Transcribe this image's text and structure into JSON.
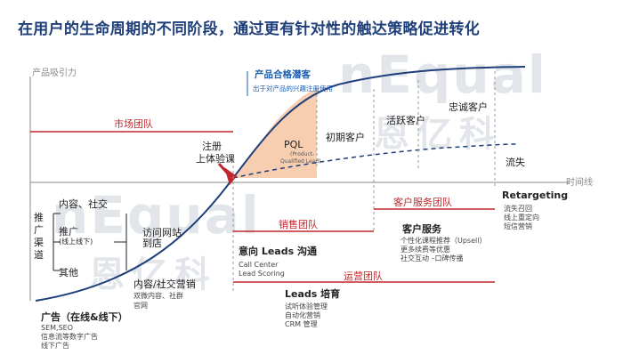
{
  "title": "在用户的生命周期的不同阶段，通过更有针对性的触达策略促进转化",
  "axis": {
    "y_label": "产品吸引力",
    "x_label": "时间线"
  },
  "watermark": {
    "latin": "nEqual",
    "cn": "恩亿科"
  },
  "teams": {
    "market": "市场团队",
    "customer_service": "客户服务团队",
    "sales": "销售团队",
    "operations": "运营团队"
  },
  "pql": {
    "tag_title": "产品合格潜客",
    "tag_sub": "出于对产品的兴趣注册使用",
    "label": "PQL",
    "sub": [
      "(Product-",
      "Qualified Lead)"
    ]
  },
  "stages": {
    "register": [
      "注册",
      "上体验课"
    ],
    "initial": "初期客户",
    "active": "活跃客户",
    "loyal": "忠诚客户",
    "churn": "流失"
  },
  "left": {
    "content_social": "内容、社交",
    "promo_channel": [
      "推",
      "广",
      "渠",
      "道"
    ],
    "promo": "推广",
    "promo_sub": "(线上线下)",
    "visit_store": [
      "访问网站",
      "到店"
    ],
    "other": "其他",
    "content_marketing": "内容/社交营销",
    "content_marketing_sub": [
      "双微内容、社群",
      "官网"
    ],
    "ads": "广告（在线&线下）",
    "ads_sub": [
      "SEM,SEO",
      "信息流等数字广告",
      "线下广告"
    ]
  },
  "middle": {
    "intent": "意向 Leads 沟通",
    "intent_sub": [
      "Call Center",
      "Lead Scoring"
    ],
    "nurture": "Leads 培育",
    "nurture_sub": [
      "试听体验管理",
      "自动化营销",
      "CRM 管理"
    ]
  },
  "right": {
    "service": "客户服务",
    "service_sub": [
      "个性化课程推荐（Upsell）",
      "更多续费等优惠",
      "社交互动 –口碑传播"
    ],
    "retargeting": "Retargeting",
    "retargeting_sub": [
      "流失召回",
      "线上重定向",
      "短信营销"
    ]
  },
  "colors": {
    "curve": "#1f3f7a",
    "team_line": "#c0272d",
    "pql_fill": "#f7c6a3",
    "title": "#1f3f7a",
    "dashed": "#1f3f7a"
  }
}
